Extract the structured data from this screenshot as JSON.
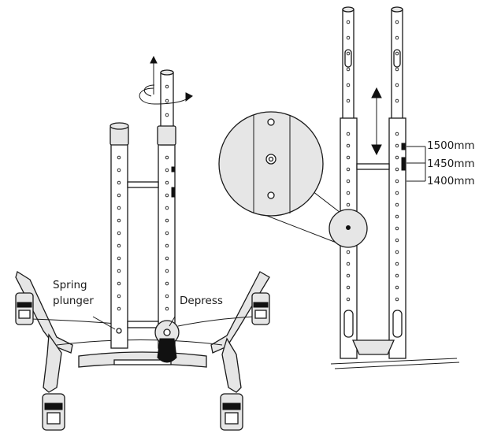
{
  "labels": {
    "spring": "Spring",
    "plunger": "plunger",
    "depress": "Depress"
  },
  "heights": [
    "1500mm",
    "1450mm",
    "1400mm"
  ],
  "colors": {
    "stroke": "#1a1a1a",
    "fill_light": "#e6e6e6",
    "fill_white": "#ffffff",
    "fill_dark": "#111111"
  }
}
